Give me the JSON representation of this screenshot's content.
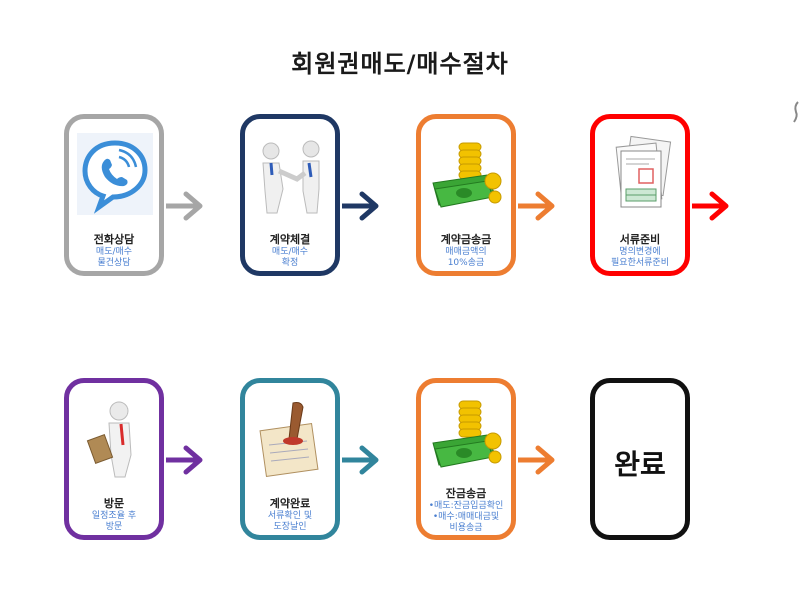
{
  "title": "회원권매도/매수절차",
  "colors": {
    "gray": "#a6a6a6",
    "navy": "#1f3864",
    "orange": "#ed7d31",
    "red": "#ff0000",
    "purple": "#7030a0",
    "teal": "#31859c",
    "black": "#111111",
    "desc_text": "#4a7fd0"
  },
  "steps": [
    {
      "name": "전화상담",
      "desc": "매도/매수\n물건상담",
      "color": "#a6a6a6",
      "icon": "phone-chat-icon"
    },
    {
      "name": "계약체결",
      "desc": "매도/매수\n확정",
      "color": "#1f3864",
      "icon": "handshake-icon"
    },
    {
      "name": "계약금송금",
      "desc": "매매금액의\n10%송금",
      "color": "#ed7d31",
      "icon": "money-coins-icon"
    },
    {
      "name": "서류준비",
      "desc": "명의변경에\n필요한서류준비",
      "color": "#ff0000",
      "icon": "documents-icon"
    },
    {
      "name": "방문",
      "desc": "일정조율 후\n방문",
      "color": "#7030a0",
      "icon": "visitor-briefcase-icon"
    },
    {
      "name": "계약완료",
      "desc": "서류확인 및\n도장날인",
      "color": "#31859c",
      "icon": "stamp-document-icon"
    },
    {
      "name": "잔금송금",
      "desc": "•매도:잔금입금확인\n•매수:매매대금및\n비용송금",
      "color": "#ed7d31",
      "icon": "money-coins-icon"
    },
    {
      "name": "완료",
      "desc": "",
      "color": "#111111",
      "icon": ""
    }
  ]
}
